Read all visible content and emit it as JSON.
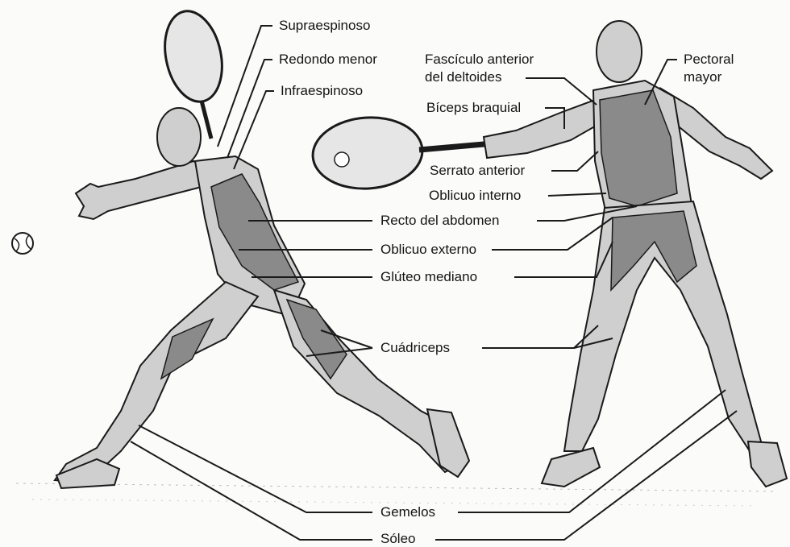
{
  "labels": {
    "supraespinoso": "Supraespinoso",
    "redondo_menor": "Redondo menor",
    "infraespinoso": "Infraespinoso",
    "fasciculo_line1": "Fascículo anterior",
    "fasciculo_line2": "del deltoides",
    "pectoral_line1": "Pectoral",
    "pectoral_line2": "mayor",
    "biceps": "Bíceps braquial",
    "serrato": "Serrato anterior",
    "oblicuo_interno": "Oblicuo interno",
    "recto": "Recto del abdomen",
    "oblicuo_externo": "Oblicuo externo",
    "gluteo": "Glúteo mediano",
    "cuadriceps": "Cuádriceps",
    "gemelos": "Gemelos",
    "soleo": "Sóleo"
  },
  "colors": {
    "line": "#1a1a1a",
    "muscle_fill": "#8a8a8a",
    "skin_fill": "#cfcfcf",
    "background": "#fbfbfa"
  }
}
